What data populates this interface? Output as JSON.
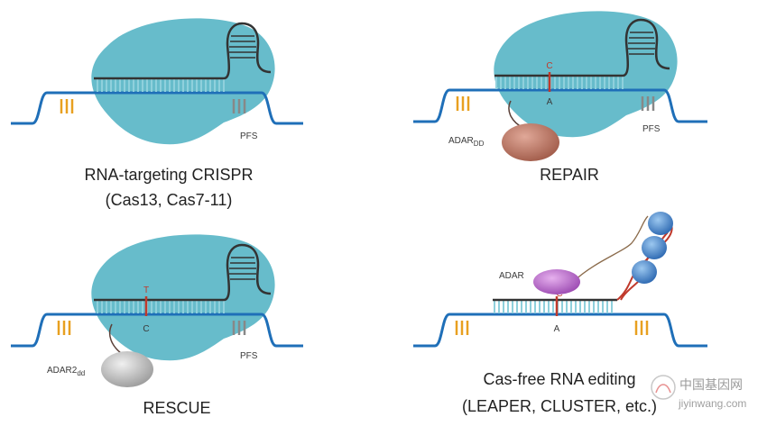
{
  "panels": {
    "crispr": {
      "pfs": "PFS",
      "caption_line1": "RNA-targeting CRISPR",
      "caption_line2": "(Cas13, Cas7-11)"
    },
    "repair": {
      "pfs": "PFS",
      "base_top": "C",
      "base_bottom": "A",
      "enzyme_main": "ADAR",
      "enzyme_sub": "DD",
      "caption": "REPAIR"
    },
    "rescue": {
      "pfs": "PFS",
      "base_top": "T",
      "base_bottom": "C",
      "enzyme_main": "ADAR2",
      "enzyme_sub": "dd",
      "caption": "RESCUE"
    },
    "casfree": {
      "enzyme": "ADAR",
      "base_top": "C",
      "base_bottom": "A",
      "caption_line1": "Cas-free RNA editing",
      "caption_line2": "(LEAPER, CLUSTER, etc.)"
    }
  },
  "watermark": {
    "cn": "中国基因网",
    "url": "jiyinwang.com"
  },
  "colors": {
    "cas": "#5fb8c8",
    "rna": "#1f6fb8",
    "guide": "#333333",
    "rung": "#8fd0dc",
    "orange": "#e8a020",
    "pfs": "#888888",
    "edit": "#c0392b",
    "adar_dd": "#b87260",
    "adar2": "#c8c8c8",
    "adar": "#b060c0",
    "ribosome": "#3a80c8"
  }
}
